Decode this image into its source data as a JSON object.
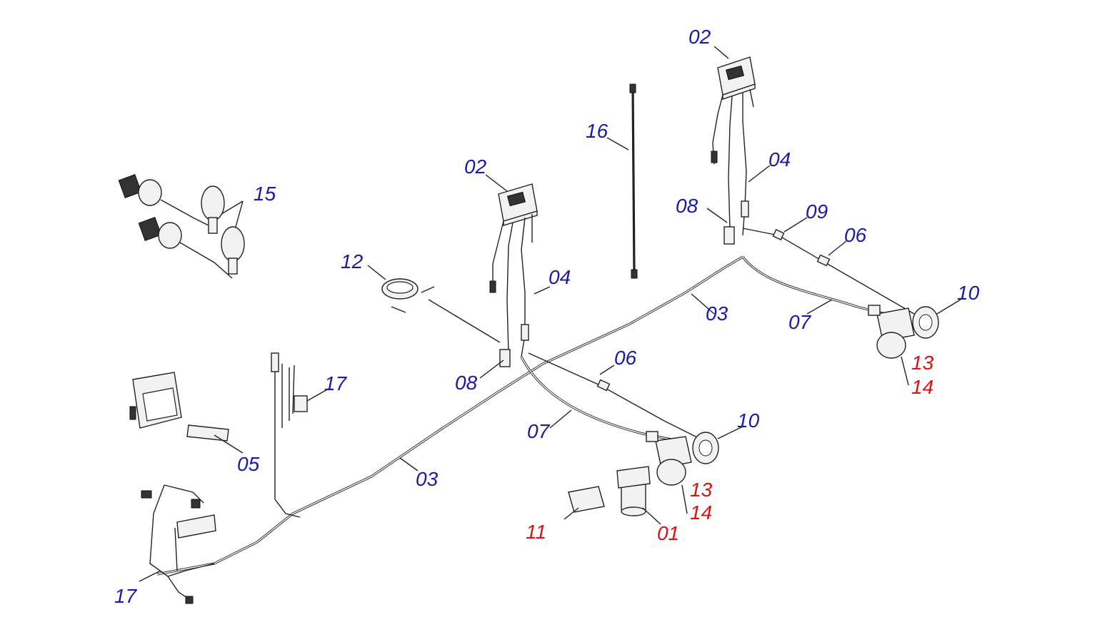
{
  "labels": {
    "l02_a": "02",
    "l02_b": "02",
    "l16": "16",
    "l04_a": "04",
    "l04_b": "04",
    "l15": "15",
    "l08_a": "08",
    "l08_b": "08",
    "l09": "09",
    "l06_a": "06",
    "l06_b": "06",
    "l12": "12",
    "l10_a": "10",
    "l10_b": "10",
    "l03_a": "03",
    "l03_b": "03",
    "l07_a": "07",
    "l07_b": "07",
    "l13_a": "13",
    "l14_a": "14",
    "l13_b": "13",
    "l14_b": "14",
    "l17_a": "17",
    "l17_b": "17",
    "l05": "05",
    "l11": "11",
    "l01": "01"
  },
  "colors": {
    "callout_blue": "#1a1aa6",
    "callout_red": "#d91212",
    "linework": "#222222"
  }
}
